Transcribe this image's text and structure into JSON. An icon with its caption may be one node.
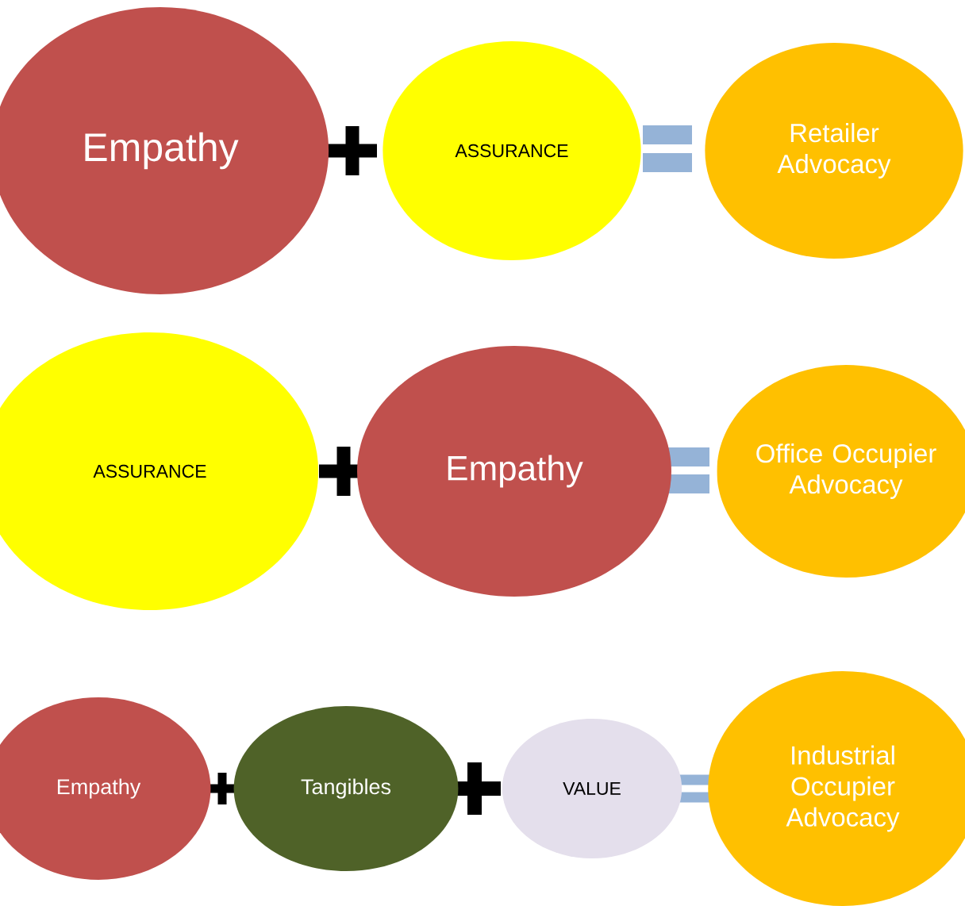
{
  "diagram": {
    "nodes": [
      {
        "text": [
          "Empathy"
        ]
      },
      {
        "text": [
          "ASSURANCE"
        ]
      },
      {
        "text": [
          "Retailer Advocacy"
        ]
      },
      {
        "text": [
          "ASSURANCE"
        ]
      },
      {
        "text": [
          "Empathy"
        ]
      },
      {
        "text": [
          "Office Occupier Advocacy"
        ]
      },
      {
        "text": [
          "Empathy"
        ]
      },
      {
        "text": [
          "Tangibles"
        ]
      },
      {
        "text": [
          "VALUE"
        ]
      },
      {
        "text": [
          "Industrial Occupier Advocacy"
        ]
      }
    ]
  }
}
